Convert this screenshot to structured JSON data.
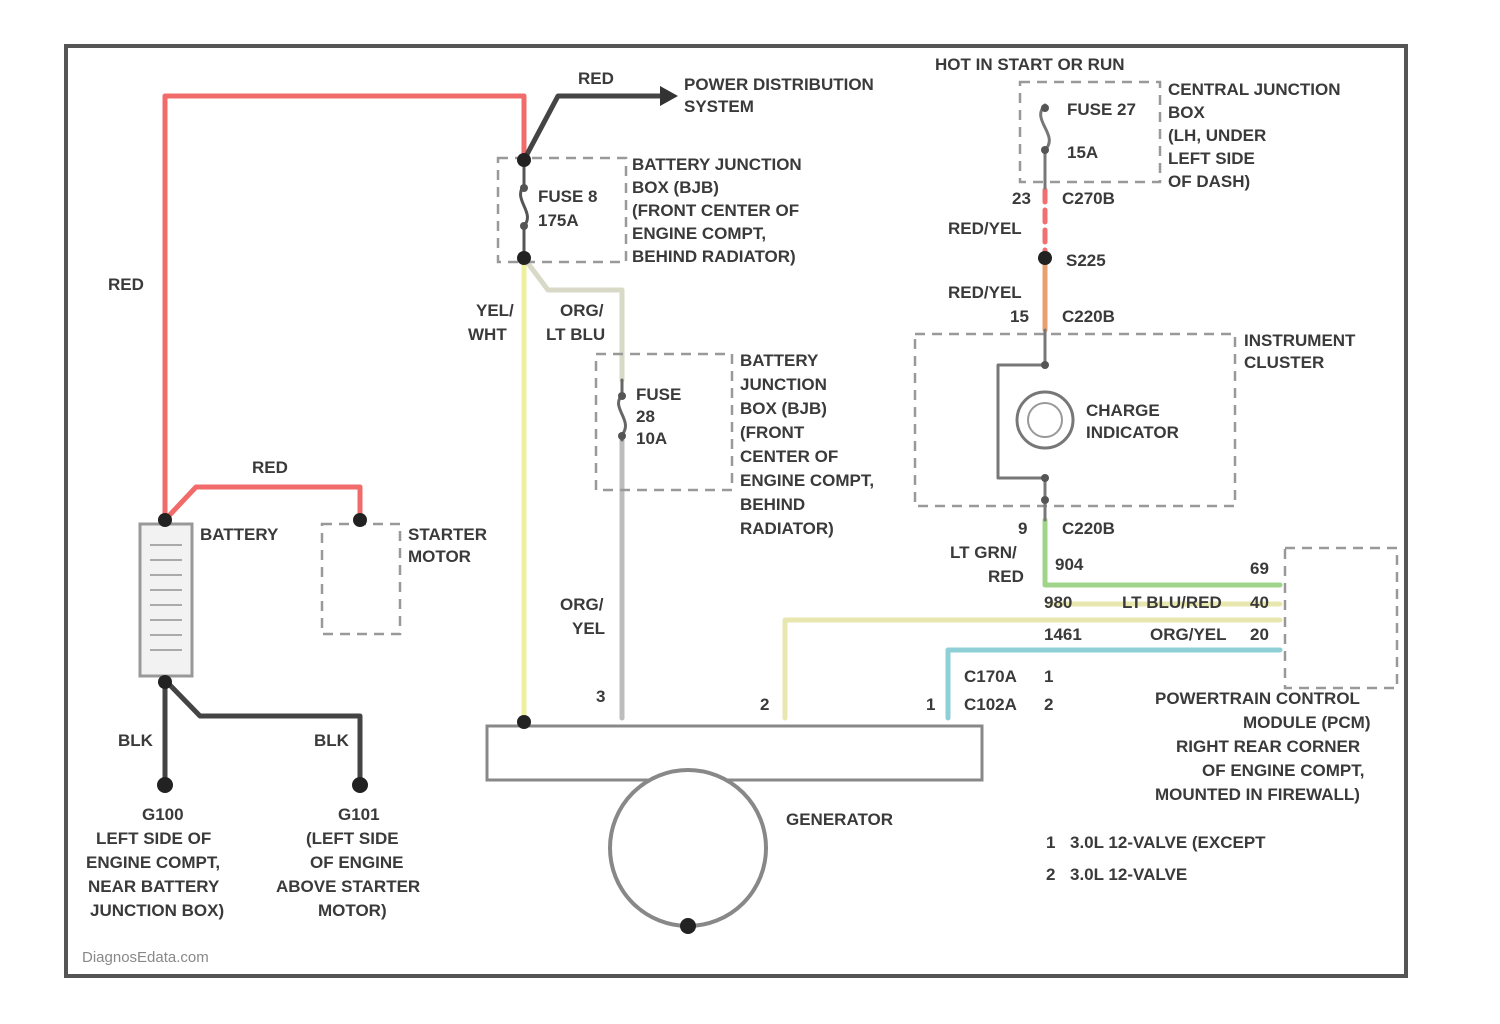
{
  "colors": {
    "red": "#f26b6b",
    "black": "#444444",
    "yellow": "#eef0a0",
    "orange_yellow": "#d9d9c8",
    "gray": "#bdbdbd",
    "red_yellow": "#f07070",
    "orange": "#e8a070",
    "lt_green": "#9fd48a",
    "lt_blue": "#8fd0d6",
    "pale_yellow": "#e9e7b0"
  },
  "texts": {
    "wire_red_main": "RED",
    "wire_red_short": "RED",
    "wire_red_top": "RED",
    "power_dist_1": "POWER DISTRIBUTION",
    "power_dist_2": "SYSTEM",
    "hot_in_start": "HOT IN START OR RUN",
    "cjb_1": "CENTRAL JUNCTION",
    "cjb_2": "BOX",
    "cjb_3": "(LH, UNDER",
    "cjb_4": "LEFT SIDE",
    "cjb_5": "OF DASH)",
    "fuse27": "FUSE 27",
    "fuse27_amp": "15A",
    "bjb1_1": "BATTERY JUNCTION",
    "bjb1_2": "BOX (BJB)",
    "bjb1_3": "(FRONT CENTER OF",
    "bjb1_4": "ENGINE COMPT,",
    "bjb1_5": "BEHIND RADIATOR)",
    "fuse8": "FUSE 8",
    "fuse8_amp": "175A",
    "c270b_pin": "23",
    "c270b": "C270B",
    "wire_red_yel_1": "RED/YEL",
    "s225": "S225",
    "wire_red_yel_2": "RED/YEL",
    "c220b_pin_top": "15",
    "c220b_top": "C220B",
    "wire_yel_wht_1": "YEL/",
    "wire_yel_wht_2": "WHT",
    "wire_org_ltblu_1": "ORG/",
    "wire_org_ltblu_2": "LT BLU",
    "ic_1": "INSTRUMENT",
    "ic_2": "CLUSTER",
    "bjb2_1": "BATTERY",
    "bjb2_2": "JUNCTION",
    "bjb2_3": "BOX (BJB)",
    "bjb2_4": "(FRONT",
    "bjb2_5": "CENTER OF",
    "bjb2_6": "ENGINE COMPT,",
    "bjb2_7": "BEHIND",
    "bjb2_8": "RADIATOR)",
    "fuse28": "FUSE",
    "fuse28_num": "28",
    "fuse28_amp": "10A",
    "charge_1": "CHARGE",
    "charge_2": "INDICATOR",
    "battery": "BATTERY",
    "starter_1": "STARTER",
    "starter_2": "MOTOR",
    "c220b_pin_bot": "9",
    "c220b_bot": "C220B",
    "wire_lt_grn_1": "LT GRN/",
    "wire_lt_grn_2": "RED",
    "pin_904": "904",
    "pin_69": "69",
    "pin_980": "980",
    "wire_lt_blu_red": "LT BLU/RED",
    "pin_40": "40",
    "wire_org_yel_1": "ORG/",
    "wire_org_yel_2": "YEL",
    "pin_1461": "1461",
    "wire_org_yel_h": "ORG/YEL",
    "pin_20": "20",
    "c170a": "C170A",
    "c170a_ref": "1",
    "c102a": "C102A",
    "c102a_ref": "2",
    "gen_pin_3": "3",
    "gen_pin_2": "2",
    "gen_pin_1": "1",
    "pcm_1": "POWERTRAIN CONTROL",
    "pcm_2": "MODULE (PCM)",
    "pcm_3": "RIGHT REAR CORNER",
    "pcm_4": "OF ENGINE COMPT,",
    "pcm_5": "MOUNTED IN FIREWALL)",
    "wire_blk_1": "BLK",
    "wire_blk_2": "BLK",
    "generator": "GENERATOR",
    "g100_1": "G100",
    "g100_2": "LEFT SIDE OF",
    "g100_3": "ENGINE COMPT,",
    "g100_4": "NEAR BATTERY",
    "g100_5": "JUNCTION BOX)",
    "g101_1": "G101",
    "g101_2": "(LEFT SIDE",
    "g101_3": "OF ENGINE",
    "g101_4": "ABOVE STARTER",
    "g101_5": "MOTOR)",
    "note1_n": "1",
    "note1": "3.0L 12-VALVE (EXCEPT",
    "note2_n": "2",
    "note2": "3.0L 12-VALVE",
    "watermark": "DiagnosEdata.com"
  }
}
